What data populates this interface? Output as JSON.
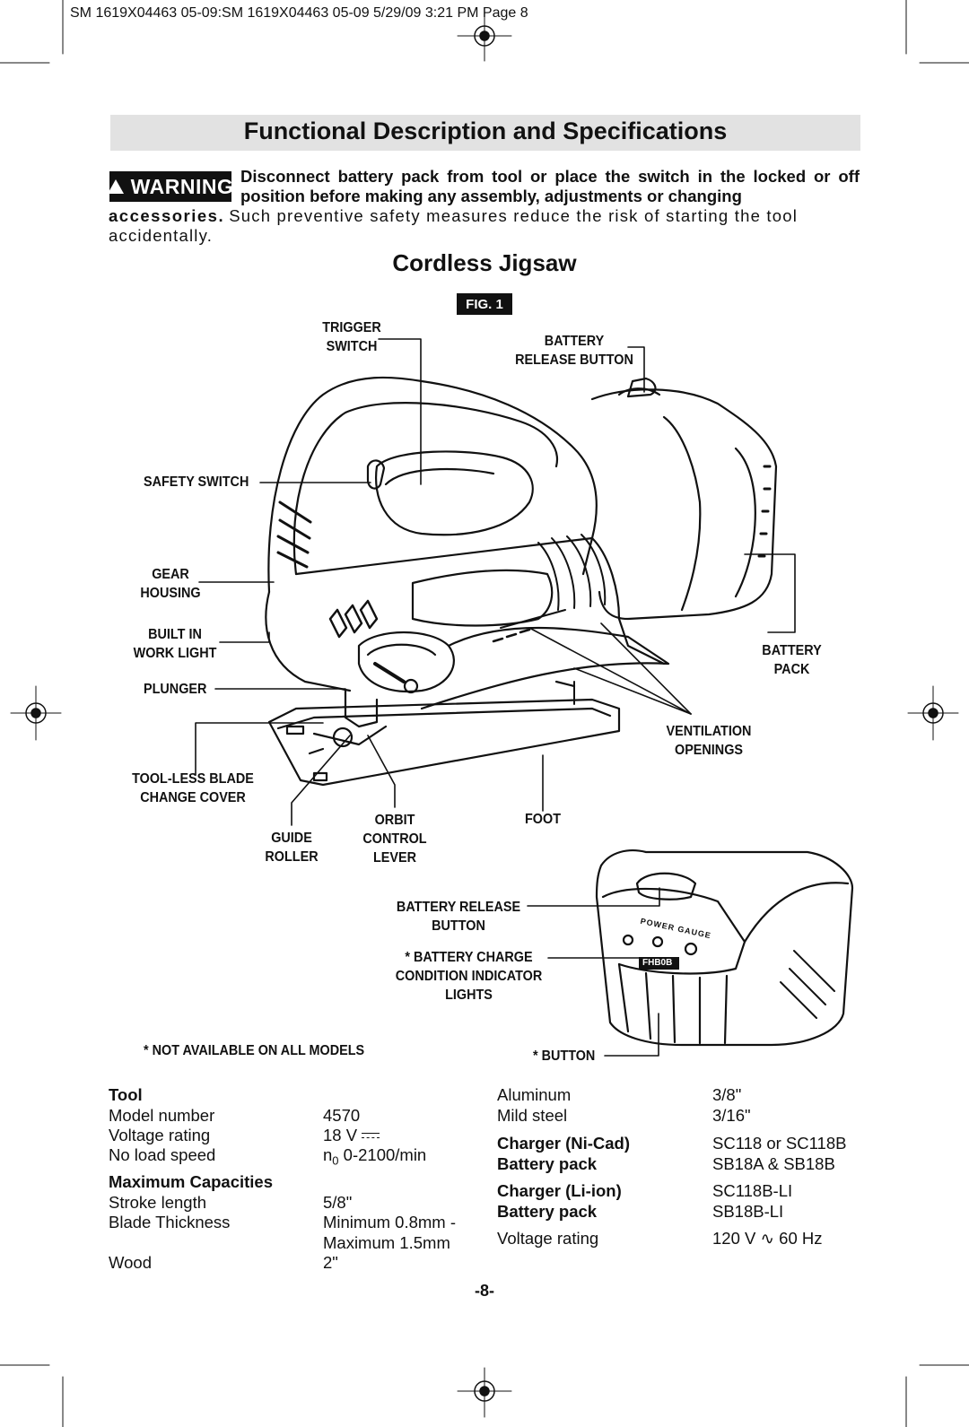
{
  "slug": "SM 1619X04463 05-09:SM 1619X04463 05-09  5/29/09  3:21 PM  Page 8",
  "title": "Functional Description and Specifications",
  "warning": {
    "badge": "WARNING",
    "bold_text": "Disconnect battery pack from tool or place the switch in the locked or off position before making any assembly, adjustments or changing",
    "bold_cont": "accessories.",
    "normal_text": "Such preventive safety measures reduce the risk of starting the tool accidentally."
  },
  "subtitle": "Cordless Jigsaw",
  "figure": {
    "label": "FIG. 1",
    "callouts": {
      "trigger_switch": [
        "TRIGGER",
        "SWITCH"
      ],
      "battery_release_button_top": [
        "BATTERY",
        "RELEASE BUTTON"
      ],
      "safety_switch": "SAFETY SWITCH",
      "gear_housing": [
        "GEAR",
        "HOUSING"
      ],
      "built_in_work_light": [
        "BUILT IN",
        "WORK LIGHT"
      ],
      "plunger": "PLUNGER",
      "battery_pack": [
        "BATTERY",
        "PACK"
      ],
      "ventilation_openings": [
        "VENTILATION",
        "OPENINGS"
      ],
      "toolless_blade_change_cover": [
        "TOOL-LESS BLADE",
        "CHANGE COVER"
      ],
      "orbit_control_lever": [
        "ORBIT",
        "CONTROL",
        "LEVER"
      ],
      "foot": "FOOT",
      "guide_roller": [
        "GUIDE",
        "ROLLER"
      ],
      "battery_release_button_pack": [
        "BATTERY RELEASE",
        "BUTTON"
      ],
      "battery_charge_indicator": [
        "* BATTERY CHARGE",
        "CONDITION INDICATOR",
        "LIGHTS"
      ],
      "not_available": "* NOT AVAILABLE ON ALL MODELS",
      "button": "* BUTTON",
      "power_gauge": "POWER GAUGE",
      "pack_model": "FHB0B"
    }
  },
  "specs": {
    "left": {
      "tool_heading": "Tool",
      "rows": [
        {
          "label": "Model number",
          "value": "4570"
        },
        {
          "label": "Voltage rating",
          "value": "18 V"
        },
        {
          "label": "No load speed",
          "value_prefix": "n",
          "value_sub": "0",
          "value": "0-2100/min"
        }
      ],
      "capacities_heading": "Maximum Capacities",
      "cap_rows": [
        {
          "label": "Stroke length",
          "value": "5/8\""
        },
        {
          "label": "Blade Thickness",
          "value": "Minimum 0.8mm -",
          "value2": "Maximum 1.5mm"
        },
        {
          "label": "Wood",
          "value": "2\""
        }
      ]
    },
    "right": {
      "rows": [
        {
          "label": "Aluminum",
          "value": "3/8\""
        },
        {
          "label": "Mild steel",
          "value": "3/16\""
        }
      ],
      "charger_nicad": {
        "label": "Charger (Ni-Cad)",
        "value": "SC118 or SC118B"
      },
      "battery_nicad": {
        "label": "Battery pack",
        "value": "SB18A & SB18B"
      },
      "charger_liion": {
        "label": "Charger (Li-ion)",
        "value": "SC118B-LI"
      },
      "battery_liion": {
        "label": "Battery pack",
        "value": "SB18B-LI"
      },
      "voltage": {
        "label": "Voltage rating",
        "value_a": "120 V",
        "value_b": "60 Hz"
      }
    }
  },
  "page_number": "-8-"
}
